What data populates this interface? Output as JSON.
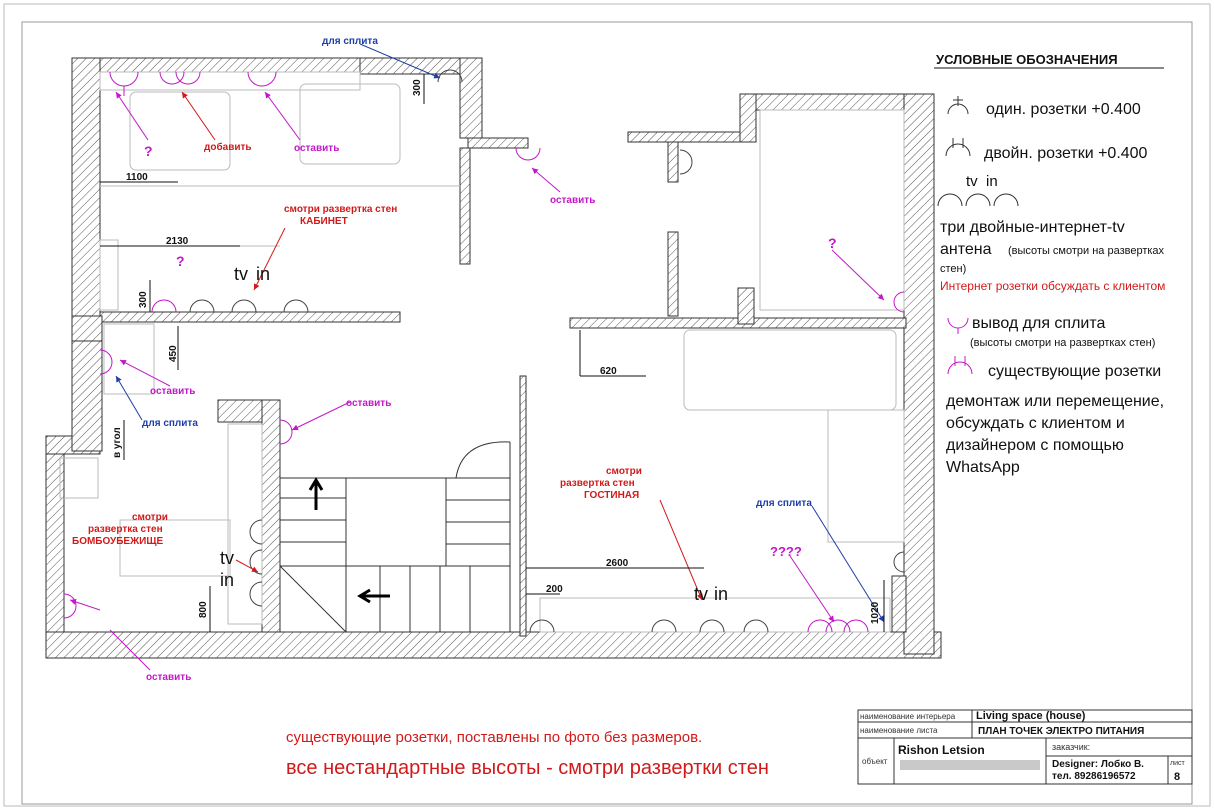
{
  "legend": {
    "title": "УСЛОВНЫЕ ОБОЗНАЧЕНИЯ",
    "single_socket": "один. розетки +0.400",
    "double_socket": "двойн. розетки +0.400",
    "tv_label": "tv",
    "in_label": "in",
    "triple_line1": "три двойные-интернет-tv",
    "triple_line2": "антена",
    "triple_note1": "(высоты смотри на развертках",
    "triple_note2": "стен)",
    "internet_note": "Интернет розетки обсуждать с клиентом",
    "split_output": "вывод для сплита",
    "split_note": "(высоты смотри на развертках стен)",
    "existing": "существующие розетки",
    "existing_line1": "демонтаж или перемещение,",
    "existing_line2": "обсуждать с клиентом и",
    "existing_line3": "дизайнером с помощью",
    "existing_line4": "WhatsApp"
  },
  "annotations": {
    "split1": "для сплита",
    "split2": "для сплита",
    "split3": "для сплита",
    "add": "добавить",
    "keep1": "оставить",
    "keep2": "оставить",
    "keep3": "оставить",
    "keep4": "оставить",
    "keep5": "оставить",
    "q1": "?",
    "q2": "?",
    "q3": "?",
    "q4": "????",
    "cab_l1": "смотри развертка стен",
    "cab_l2": "КАБИНЕТ",
    "liv_l1": "смотри",
    "liv_l2": "развертка стен",
    "liv_l3": "ГОСТИНАЯ",
    "bomb_l1": "смотри",
    "bomb_l2": "развертка стен",
    "bomb_l3": "БОМБОУБЕЖИЩЕ",
    "tv": "tv",
    "in": "in",
    "corner": "в угол"
  },
  "dimensions": {
    "d300a": "300",
    "d1100": "1100",
    "d2130": "2130",
    "d300b": "300",
    "d450": "450",
    "d620": "620",
    "d800": "800",
    "d2600": "2600",
    "d200": "200",
    "d1020": "1020"
  },
  "notes": {
    "line1": "существующие розетки, поставлены по фото без размеров.",
    "line2": "все нестандартные высоты - смотри развертки стен"
  },
  "title_block": {
    "interior_label": "наименование интерьера",
    "interior_value": "Living space (house)",
    "sheet_label": "наименование листа",
    "sheet_value": "ПЛАН ТОЧЕК ЭЛЕКТРО ПИТАНИЯ",
    "object_label": "объект",
    "object_value": "Rishon Letsion",
    "customer_label": "заказчик:",
    "designer": "Designer: Лобко В.",
    "phone": "тел. 89286196572",
    "page_label": "лист",
    "page_number": "8"
  }
}
